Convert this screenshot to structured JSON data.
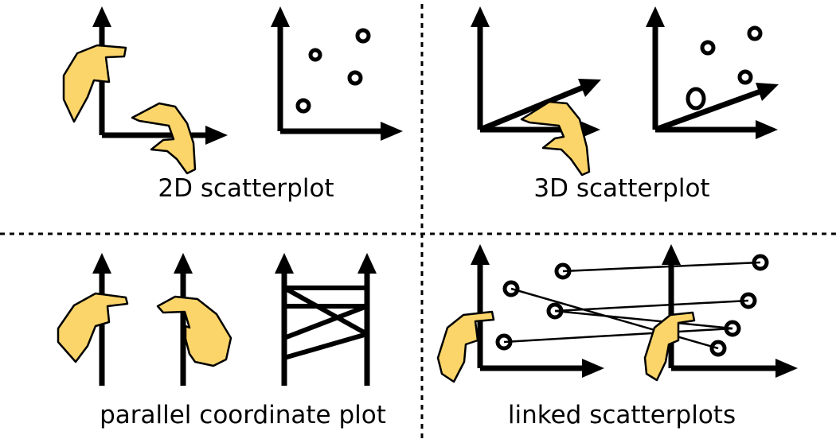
{
  "panels": {
    "top_left": {
      "caption": "2D scatterplot"
    },
    "top_right": {
      "caption": "3D scatterplot"
    },
    "bottom_left": {
      "caption": "parallel coordinate plot"
    },
    "bottom_right": {
      "caption": "linked scatterplots"
    }
  },
  "colors": {
    "hand": "#fbd56a",
    "ink": "#000000"
  }
}
